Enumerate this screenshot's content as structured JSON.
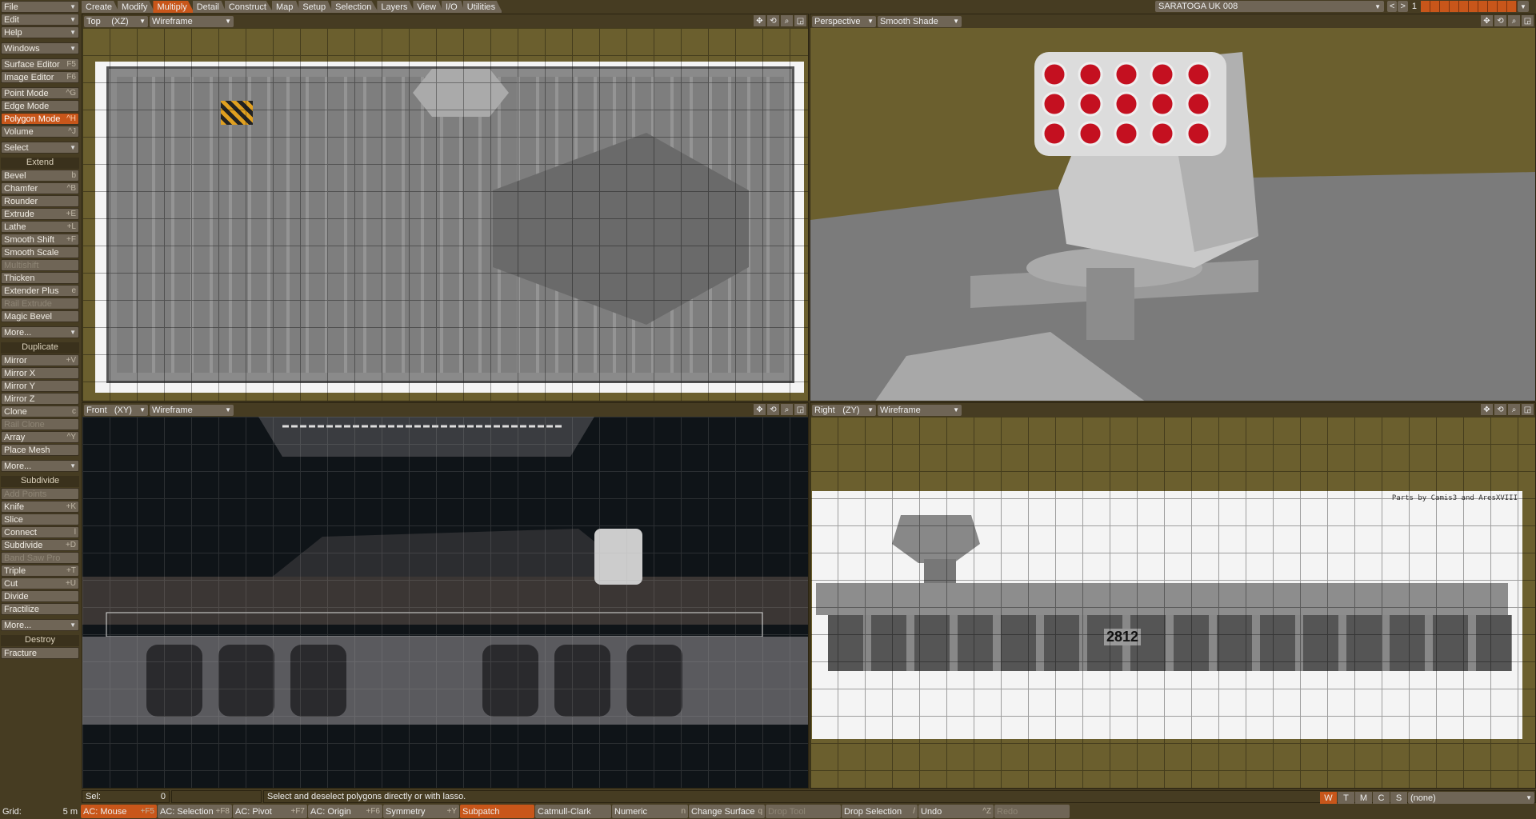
{
  "menu_tabs": [
    "Create",
    "Modify",
    "Multiply",
    "Detail",
    "Construct",
    "Map",
    "Setup",
    "Selection",
    "Layers",
    "View",
    "I/O",
    "Utilities"
  ],
  "active_tab": "Multiply",
  "object_selector": "SARATOGA UK 008",
  "layer_number": "1",
  "sidebar": [
    {
      "items": [
        {
          "label": "File",
          "dd": true
        },
        {
          "label": "Edit",
          "dd": true
        },
        {
          "label": "Help",
          "dd": true
        }
      ]
    },
    {
      "items": [
        {
          "label": "Windows",
          "dd": true
        }
      ]
    },
    {
      "items": [
        {
          "label": "Surface Editor",
          "k": "F5"
        },
        {
          "label": "Image Editor",
          "k": "F6"
        }
      ]
    },
    {
      "items": [
        {
          "label": "Point Mode",
          "k": "^G"
        },
        {
          "label": "Edge Mode",
          "k": ""
        },
        {
          "label": "Polygon Mode",
          "k": "^H",
          "state": "act"
        },
        {
          "label": "Volume",
          "k": "^J"
        }
      ]
    },
    {
      "items": [
        {
          "label": "Select",
          "dd": true
        }
      ]
    },
    {
      "header": "Extend",
      "items": [
        {
          "label": "Bevel",
          "k": "b"
        },
        {
          "label": "Chamfer",
          "k": "^B"
        },
        {
          "label": "Rounder",
          "k": ""
        },
        {
          "label": "Extrude",
          "k": "+E"
        },
        {
          "label": "Lathe",
          "k": "+L"
        },
        {
          "label": "Smooth Shift",
          "k": "+F"
        },
        {
          "label": "Smooth Scale",
          "k": ""
        },
        {
          "label": "Multishift",
          "k": "",
          "state": "dis"
        },
        {
          "label": "Thicken",
          "k": ""
        },
        {
          "label": "Extender Plus",
          "k": "e"
        },
        {
          "label": "Rail Extrude",
          "k": "",
          "state": "dis"
        },
        {
          "label": "Magic Bevel",
          "k": ""
        }
      ]
    },
    {
      "items": [
        {
          "label": "More...",
          "dd": true
        }
      ]
    },
    {
      "header": "Duplicate",
      "items": [
        {
          "label": "Mirror",
          "k": "+V"
        },
        {
          "label": "Mirror X",
          "k": ""
        },
        {
          "label": "Mirror Y",
          "k": ""
        },
        {
          "label": "Mirror Z",
          "k": ""
        },
        {
          "label": "Clone",
          "k": "c"
        },
        {
          "label": "Rail Clone",
          "k": "",
          "state": "dis"
        },
        {
          "label": "Array",
          "k": "^Y"
        },
        {
          "label": "Place Mesh",
          "k": ""
        }
      ]
    },
    {
      "items": [
        {
          "label": "More...",
          "dd": true
        }
      ]
    },
    {
      "header": "Subdivide",
      "items": [
        {
          "label": "Add Points",
          "k": "",
          "state": "dis"
        },
        {
          "label": "Knife",
          "k": "+K"
        },
        {
          "label": "Slice",
          "k": ""
        },
        {
          "label": "Connect",
          "k": "l"
        },
        {
          "label": "Subdivide",
          "k": "+D"
        },
        {
          "label": "Band Saw Pro",
          "k": "",
          "state": "dis"
        },
        {
          "label": "Triple",
          "k": "+T"
        },
        {
          "label": "Cut",
          "k": "+U"
        },
        {
          "label": "Divide",
          "k": ""
        },
        {
          "label": "Fractilize",
          "k": ""
        }
      ]
    },
    {
      "items": [
        {
          "label": "More...",
          "dd": true
        }
      ]
    },
    {
      "header": "Destroy",
      "items": [
        {
          "label": "Fracture",
          "k": ""
        }
      ]
    }
  ],
  "viewports": {
    "top": {
      "view": "Top",
      "axis": "(XZ)",
      "mode": "Wireframe"
    },
    "persp": {
      "view": "Perspective",
      "axis": "",
      "mode": "Smooth Shade"
    },
    "front": {
      "view": "Front",
      "axis": "(XY)",
      "mode": "Wireframe"
    },
    "right": {
      "view": "Right",
      "axis": "(ZY)",
      "mode": "Wireframe",
      "credit": "Parts by Camis3 and AresXVIII",
      "hull_number": "2812"
    }
  },
  "status": {
    "sel_label": "Sel:",
    "sel_value": "0",
    "message": "Select and deselect polygons directly or with lasso.",
    "surface": "(none)"
  },
  "wtmcs": [
    "W",
    "T",
    "M",
    "C",
    "S"
  ],
  "grid": {
    "label": "Grid:",
    "value": "5 m"
  },
  "bottom": [
    {
      "label": "AC: Mouse",
      "k": "+F5",
      "state": "act",
      "w": 95
    },
    {
      "label": "AC: Selection",
      "k": "+F8",
      "w": 93
    },
    {
      "label": "AC: Pivot",
      "k": "+F7",
      "w": 93
    },
    {
      "label": "AC: Origin",
      "k": "+F6",
      "w": 93
    },
    {
      "label": "Symmetry",
      "k": "+Y",
      "w": 95
    },
    {
      "label": "Subpatch",
      "k": "",
      "state": "act",
      "w": 93
    },
    {
      "label": "Catmull-Clark",
      "k": "",
      "w": 95
    },
    {
      "label": "Numeric",
      "k": "n",
      "w": 95
    },
    {
      "label": "Change Surface",
      "k": "q",
      "w": 95
    },
    {
      "label": "Drop Tool",
      "k": "",
      "state": "dis",
      "w": 94
    },
    {
      "label": "Drop Selection",
      "k": "/",
      "w": 95
    },
    {
      "label": "Undo",
      "k": "^Z",
      "w": 94
    },
    {
      "label": "Redo",
      "k": "",
      "state": "dis",
      "w": 94
    }
  ]
}
